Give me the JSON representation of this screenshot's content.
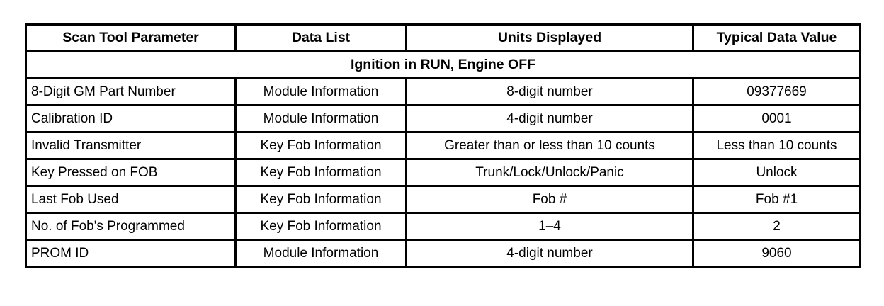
{
  "table": {
    "columns": [
      "Scan Tool Parameter",
      "Data List",
      "Units Displayed",
      "Typical Data Value"
    ],
    "section_title": "Ignition in RUN, Engine OFF",
    "rows": [
      {
        "parameter": "8-Digit GM Part Number",
        "data_list": "Module Information",
        "units": "8-digit number",
        "value": "09377669"
      },
      {
        "parameter": "Calibration ID",
        "data_list": "Module Information",
        "units": "4-digit number",
        "value": "0001"
      },
      {
        "parameter": "Invalid Transmitter",
        "data_list": "Key Fob Information",
        "units": "Greater than or less than 10 counts",
        "value": "Less than 10 counts"
      },
      {
        "parameter": "Key Pressed on FOB",
        "data_list": "Key Fob Information",
        "units": "Trunk/Lock/Unlock/Panic",
        "value": "Unlock"
      },
      {
        "parameter": "Last Fob Used",
        "data_list": "Key Fob Information",
        "units": "Fob #",
        "value": "Fob #1"
      },
      {
        "parameter": "No. of Fob's Programmed",
        "data_list": "Key Fob Information",
        "units": "1–4",
        "value": "2"
      },
      {
        "parameter": "PROM ID",
        "data_list": "Module Information",
        "units": "4-digit number",
        "value": "9060"
      }
    ]
  },
  "colors": {
    "border": "#000000",
    "background": "#ffffff",
    "text": "#000000"
  }
}
